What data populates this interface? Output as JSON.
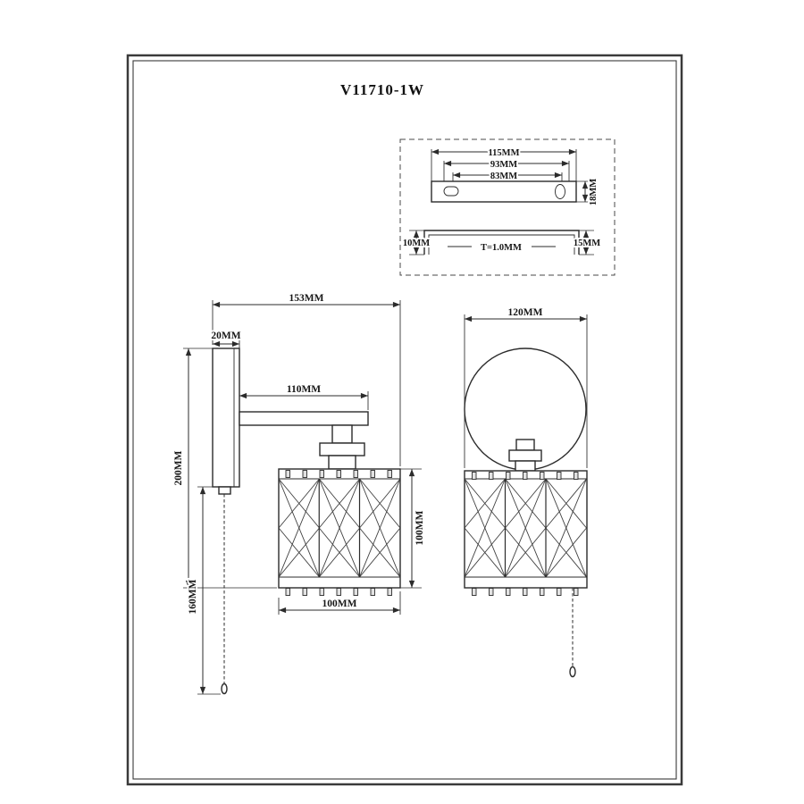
{
  "title": "V11710-1W",
  "detail": {
    "dim_width_outer": "115MM",
    "dim_width_mid": "93MM",
    "dim_width_inner": "83MM",
    "dim_height": "18MM",
    "dim_left_flange": "10MM",
    "dim_thickness": "T=1.0MM",
    "dim_right_flange": "15MM"
  },
  "side_view": {
    "dim_depth_total": "153MM",
    "dim_plate_width": "20MM",
    "dim_arm_length": "110MM",
    "dim_height_total": "200MM",
    "dim_cord_length": "160MM",
    "dim_shade_height": "100MM",
    "dim_shade_width": "100MM"
  },
  "front_view": {
    "dim_width": "120MM"
  }
}
